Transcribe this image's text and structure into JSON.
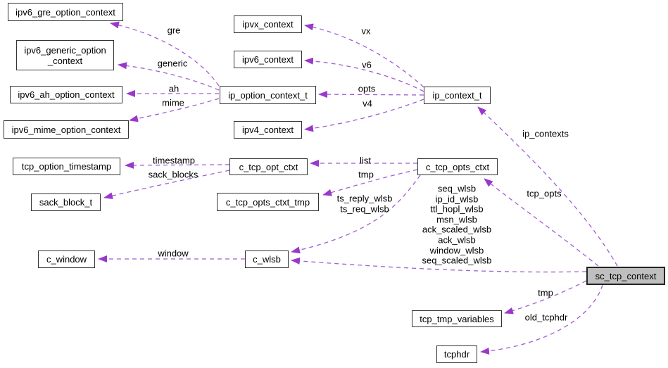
{
  "diagram_type": "doxygen-collaboration-graph",
  "colors": {
    "edge": "#a35cd4",
    "arrowhead": "#9939cc",
    "node_border": "#343434",
    "node_fill": "#ffffff",
    "highlight_node_fill": "#bfbfbf",
    "background": "#ffffff"
  },
  "nodes": {
    "ipv6_gre_option_context": {
      "label": "ipv6_gre_option_context"
    },
    "ipv6_generic_option_context": {
      "label": "ipv6_generic_option\n_context"
    },
    "ipv6_ah_option_context": {
      "label": "ipv6_ah_option_context"
    },
    "ipv6_mime_option_context": {
      "label": "ipv6_mime_option_context"
    },
    "ipvx_context": {
      "label": "ipvx_context"
    },
    "ipv6_context": {
      "label": "ipv6_context"
    },
    "ip_option_context_t": {
      "label": "ip_option_context_t"
    },
    "ipv4_context": {
      "label": "ipv4_context"
    },
    "ip_context_t": {
      "label": "ip_context_t"
    },
    "tcp_option_timestamp": {
      "label": "tcp_option_timestamp"
    },
    "sack_block_t": {
      "label": "sack_block_t"
    },
    "c_tcp_opt_ctxt": {
      "label": "c_tcp_opt_ctxt"
    },
    "c_tcp_opts_ctxt": {
      "label": "c_tcp_opts_ctxt"
    },
    "c_tcp_opts_ctxt_tmp": {
      "label": "c_tcp_opts_ctxt_tmp"
    },
    "c_window": {
      "label": "c_window"
    },
    "c_wlsb": {
      "label": "c_wlsb"
    },
    "sc_tcp_context": {
      "label": "sc_tcp_context"
    },
    "tcp_tmp_variables": {
      "label": "tcp_tmp_variables"
    },
    "tcphdr": {
      "label": "tcphdr"
    }
  },
  "edge_labels": {
    "gre": "gre",
    "generic": "generic",
    "ah": "ah",
    "mime": "mime",
    "vx": "vx",
    "v6": "v6",
    "opts": "opts",
    "v4": "v4",
    "ip_contexts": "ip_contexts",
    "tcp_opts": "tcp_opts",
    "list": "list",
    "tmp_list": "tmp",
    "timestamp": "timestamp",
    "sack_blocks": "sack_blocks",
    "ts_wlsb": "ts_reply_wlsb\nts_req_wlsb",
    "wlsb_fields": "seq_wlsb\nip_id_wlsb\nttl_hopl_wlsb\nmsn_wlsb\nack_scaled_wlsb\nack_wlsb\nwindow_wlsb\nseq_scaled_wlsb",
    "window": "window",
    "tmp_sc": "tmp",
    "old_tcphdr": "old_tcphdr"
  }
}
